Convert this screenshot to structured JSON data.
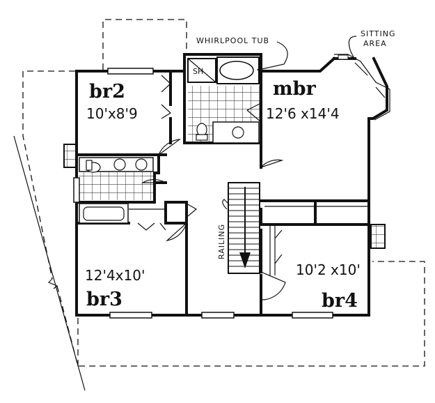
{
  "rooms": {
    "br2": {
      "name": "br2",
      "dim": "10'x8'9"
    },
    "mbr": {
      "name": "mbr",
      "dim": "12'6 x14'4"
    },
    "br3": {
      "name": "br3",
      "dim": "12'4x10'"
    },
    "br4": {
      "name": "br4",
      "dim": "10'2 x10'"
    }
  },
  "labels": {
    "whirlpool": "WHIRLPOOL TUB",
    "sitting": "SITTING",
    "sitting2": "AREA",
    "shower": "SH",
    "railing": "RAILING"
  }
}
